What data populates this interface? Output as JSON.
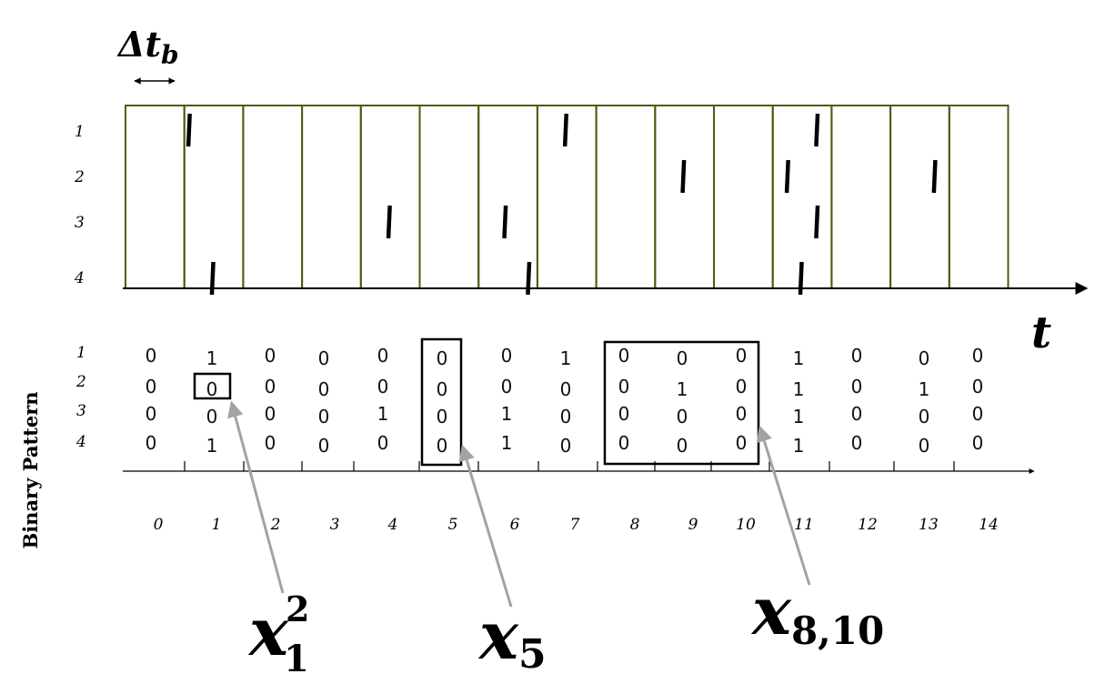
{
  "bin_width_label": {
    "base": "Δt",
    "sub": "b"
  },
  "time_label": "t",
  "side_label": "Binary Pattern",
  "row_labels": [
    "1",
    "2",
    "3",
    "4"
  ],
  "bin_labels": [
    "0",
    "1",
    "2",
    "3",
    "4",
    "5",
    "6",
    "7",
    "8",
    "9",
    "10",
    "11",
    "12",
    "13",
    "14"
  ],
  "raster_color": "#4a5e12",
  "spikes": [
    {
      "row": 1,
      "bin": 1,
      "offset": 0.08
    },
    {
      "row": 4,
      "bin": 1,
      "offset": 0.48
    },
    {
      "row": 3,
      "bin": 4,
      "offset": 0.48
    },
    {
      "row": 3,
      "bin": 6,
      "offset": 0.45
    },
    {
      "row": 4,
      "bin": 6,
      "offset": 0.85
    },
    {
      "row": 1,
      "bin": 7,
      "offset": 0.48
    },
    {
      "row": 2,
      "bin": 9,
      "offset": 0.48
    },
    {
      "row": 2,
      "bin": 11,
      "offset": 0.25
    },
    {
      "row": 1,
      "bin": 11,
      "offset": 0.75
    },
    {
      "row": 3,
      "bin": 11,
      "offset": 0.75
    },
    {
      "row": 4,
      "bin": 11,
      "offset": 0.48
    },
    {
      "row": 2,
      "bin": 13,
      "offset": 0.75
    }
  ],
  "binary_pattern": [
    [
      "0",
      "1",
      "0",
      "0",
      "0",
      "0",
      "0",
      "1",
      "0",
      "0",
      "0",
      "1",
      "0",
      "0",
      "0"
    ],
    [
      "0",
      "0",
      "0",
      "0",
      "0",
      "0",
      "0",
      "0",
      "0",
      "1",
      "0",
      "1",
      "0",
      "1",
      "0"
    ],
    [
      "0",
      "0",
      "0",
      "0",
      "1",
      "0",
      "1",
      "0",
      "0",
      "0",
      "0",
      "1",
      "0",
      "0",
      "0"
    ],
    [
      "0",
      "1",
      "0",
      "0",
      "0",
      "0",
      "1",
      "0",
      "0",
      "0",
      "0",
      "1",
      "0",
      "0",
      "0"
    ]
  ],
  "annotations": [
    {
      "base": "x",
      "sub": "1",
      "sup": "2"
    },
    {
      "base": "x",
      "sub": "5",
      "sup": ""
    },
    {
      "base": "x",
      "sub": "8,10",
      "sup": ""
    }
  ]
}
